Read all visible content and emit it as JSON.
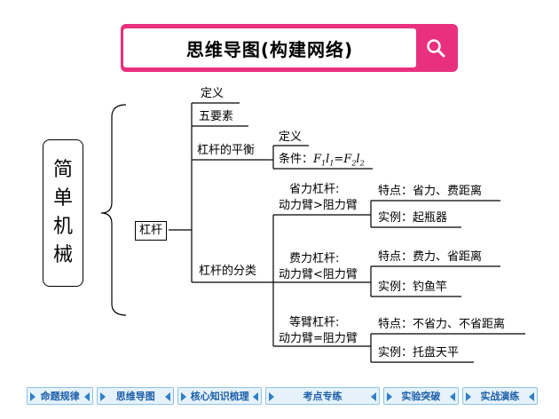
{
  "header": {
    "title": "思维导图(构建网络)",
    "search_icon": "search-icon",
    "accent": "#e8307e"
  },
  "mindmap": {
    "root_chars": [
      "简",
      "单",
      "机",
      "械"
    ],
    "lever": "杠杆",
    "definition": "定义",
    "five_elements": "五要素",
    "balance": "杠杆的平衡",
    "balance_definition": "定义",
    "balance_condition_prefix": "条件：",
    "classification": "杠杆的分类",
    "labor_saving": {
      "name": "省力杠杆:",
      "relation": "动力臂>阻力臂",
      "feature": "特点：省力、费距离",
      "example": "实例：起瓶器"
    },
    "labor_costing": {
      "name": "费力杠杆:",
      "relation": "动力臂<阻力臂",
      "feature": "特点：费力、省距离",
      "example": "实例：钓鱼竿"
    },
    "equal_arm": {
      "name": "等臂杠杆:",
      "relation": "动力臂=阻力臂",
      "feature": "特点：不省力、不省距离",
      "example": "实例：托盘天平"
    }
  },
  "nav": [
    "命题规律",
    "思维导图",
    "核心知识梳理",
    "考点专练",
    "实验突破",
    "实战演练"
  ]
}
